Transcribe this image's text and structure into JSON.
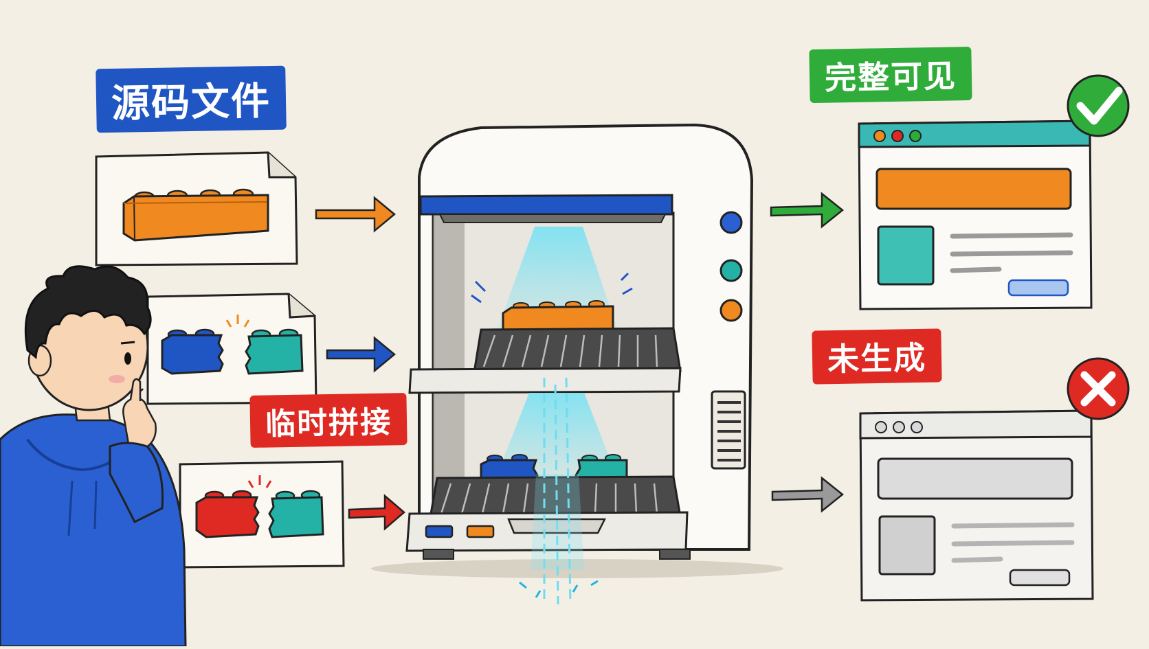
{
  "labels": {
    "source_files": "源码文件",
    "temporary_splice": "临时拼接",
    "fully_visible": "完整可见",
    "not_generated": "未生成"
  },
  "colors": {
    "background": "#f4efe4",
    "blue": "#1f56c4",
    "orange": "#f08a20",
    "teal": "#25b2a6",
    "red": "#df2a24",
    "green": "#2fac3a",
    "gray": "#9a9a9a",
    "cyan_light": "#7fe2f2"
  },
  "icons": {
    "check": "check-circle-icon",
    "cross": "x-circle-icon"
  },
  "diagram": {
    "inputs": [
      {
        "id": "file-1",
        "kind": "intact-brick",
        "brick_colors": [
          "orange"
        ],
        "arrow_color": "orange"
      },
      {
        "id": "file-2",
        "kind": "split-bricks",
        "brick_colors": [
          "blue",
          "teal"
        ],
        "arrow_color": "blue"
      },
      {
        "id": "file-3",
        "kind": "split-bricks",
        "brick_colors": [
          "red",
          "teal"
        ],
        "arrow_color": "red"
      }
    ],
    "machine": {
      "shelves": [
        {
          "content": "intact-brick",
          "brick_colors": [
            "orange"
          ]
        },
        {
          "content": "split-bricks",
          "brick_colors": [
            "blue",
            "teal"
          ]
        }
      ]
    },
    "outputs": [
      {
        "id": "out-ok",
        "status": "success",
        "arrow_color": "green"
      },
      {
        "id": "out-fail",
        "status": "failure",
        "arrow_color": "gray"
      }
    ]
  }
}
